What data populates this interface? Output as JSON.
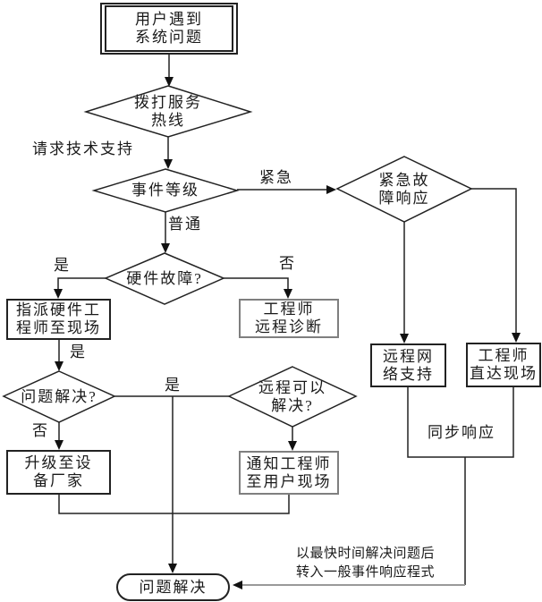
{
  "diagram": {
    "type": "flowchart",
    "language": "zh-CN",
    "colors": {
      "background": "#ffffff",
      "line": "#222222",
      "box_border": "#222222",
      "gray_box_border": "#7f7f7f",
      "gray_connector": "#999999",
      "text": "#1a1a1a"
    },
    "nodes": {
      "start": {
        "shape": "double-rectangle",
        "label": "用户遇到\n系统问题"
      },
      "call_hotline": {
        "shape": "diamond",
        "label": "拨打服务\n热线"
      },
      "incident_level": {
        "shape": "diamond",
        "label": "事件等级"
      },
      "urgent_fault_response": {
        "shape": "diamond",
        "label": "紧急故\n障响应"
      },
      "hardware_fault_check": {
        "shape": "diamond",
        "label": "硬件故障?"
      },
      "dispatch_hw_engineer": {
        "shape": "rectangle",
        "label": "指派硬件工\n程师至现场"
      },
      "remote_diagnosis": {
        "shape": "rectangle",
        "label": "工程师\n远程诊断"
      },
      "problem_solved_check": {
        "shape": "diamond",
        "label": "问题解决?"
      },
      "remote_solvable_check": {
        "shape": "diamond",
        "label": "远程可以\n解决?"
      },
      "escalate_to_vendor": {
        "shape": "rectangle",
        "label": "升级至设\n备厂家"
      },
      "notify_engineer_to_site": {
        "shape": "rectangle",
        "label": "通知工程师\n至用户现场"
      },
      "remote_network_support": {
        "shape": "rectangle",
        "label": "远程网\n络支持"
      },
      "engineer_direct_to_site": {
        "shape": "rectangle",
        "label": "工程师\n直达现场"
      },
      "end": {
        "shape": "terminator",
        "label": "问题解决"
      }
    },
    "edge_labels": {
      "request_support": "请求技术支持",
      "urgent": "紧急",
      "normal": "普通",
      "hw_yes": "是",
      "hw_no": "否",
      "after_dispatch_yes": "是",
      "solved_yes": "是",
      "solved_no": "否",
      "sync_response": "同步响应"
    },
    "annotations": {
      "fastest_note": "以最快时间解决问题后\n转入一般事件响应程式"
    }
  }
}
